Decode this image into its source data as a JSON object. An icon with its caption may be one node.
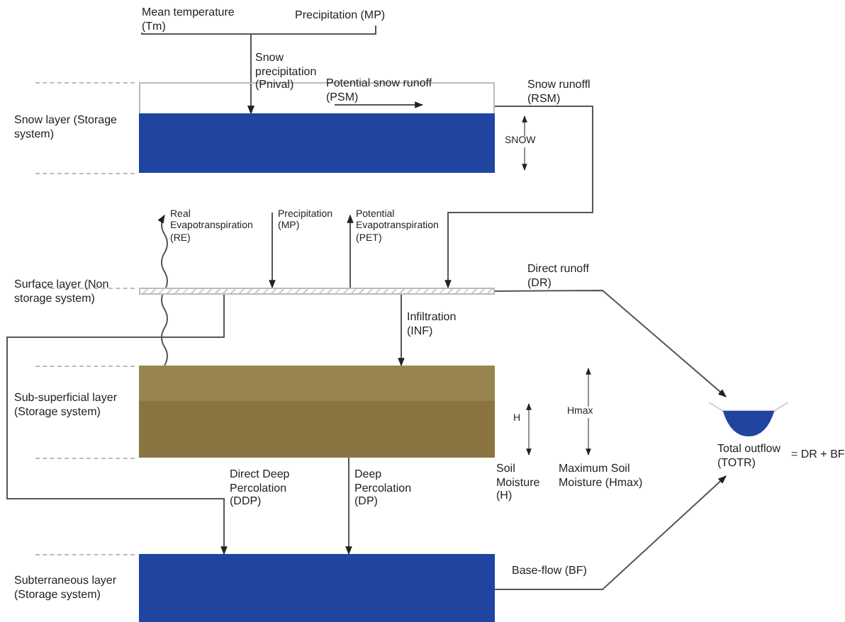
{
  "diagram": {
    "nodes": [
      {
        "text": [
          "Snow layer (Storage system)"
        ]
      },
      {
        "text": [
          "Surface layer (Non storage system)"
        ]
      },
      {
        "text": [
          "Sub-superficial layer (Storage system)"
        ]
      },
      {
        "text": [
          "Subterraneous layer (Storage system)"
        ]
      },
      {
        "text": [
          "Total outflow (TOTR)"
        ],
        "beside": [
          "= DR + BF"
        ]
      },
      {
        "text": [
          "Mean temperature (Tm)"
        ]
      },
      {
        "text": [
          "Precipitation (MP)"
        ]
      }
    ],
    "edges": [
      {
        "from": 5,
        "to": 0,
        "arrow": "to",
        "label": "Snow precipitation (Pnival)"
      },
      {
        "from": 6,
        "to": 0,
        "arrow": "to"
      },
      {
        "from": 0,
        "to": 1,
        "arrow": "to",
        "label": "Snow runoffl (RSM)"
      },
      {
        "from": 2,
        "to": null,
        "arrow": "to",
        "label": "Real Evapotranspiration (RE)"
      },
      {
        "from": null,
        "to": 1,
        "arrow": "to",
        "label": "Precipitation (MP)"
      },
      {
        "from": 1,
        "to": null,
        "arrow": "to",
        "label": "Potential Evapotranspiration (PET)"
      },
      {
        "from": 1,
        "to": 4,
        "arrow": "to",
        "label": "Direct runoff (DR)"
      },
      {
        "from": 1,
        "to": 2,
        "arrow": "to",
        "label": "Infiltration (INF)"
      },
      {
        "from": 1,
        "to": 3,
        "arrow": "to",
        "label": "Direct Deep Percolation (DDP)"
      },
      {
        "from": 2,
        "to": 3,
        "arrow": "to",
        "label": "Deep Percolation (DP)"
      },
      {
        "from": 3,
        "to": 4,
        "arrow": "to",
        "label": "Base-flow (BF)"
      }
    ],
    "labels": [
      "Potential snow runoff (PSM)",
      "SNOW",
      "H",
      "Hmax",
      "Soil Moisture (H)",
      "Maximum Soil Moisture (Hmax)"
    ]
  }
}
